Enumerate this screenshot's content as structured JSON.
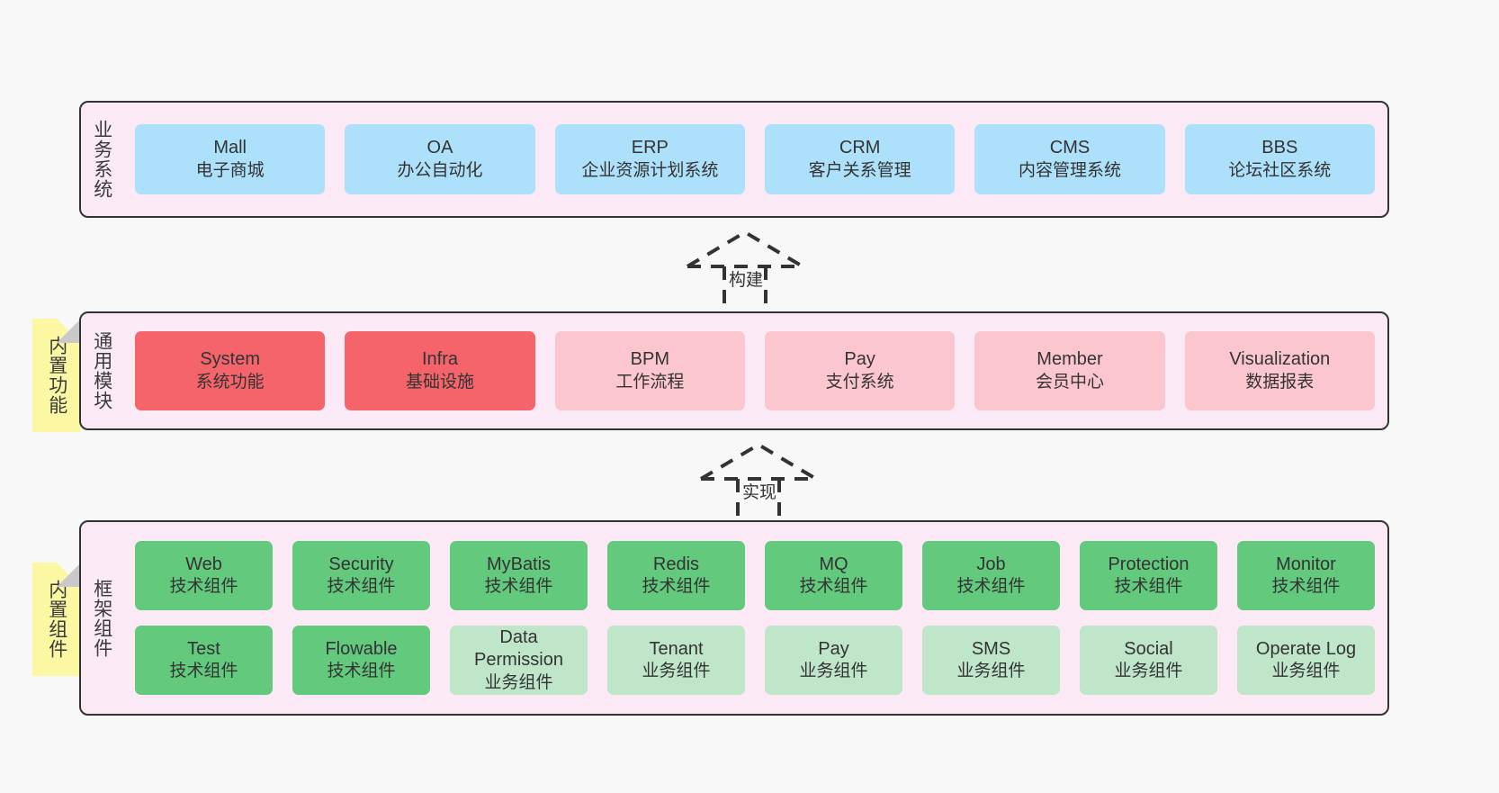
{
  "diagram": {
    "background": "#f8f8f8",
    "colors": {
      "layer_fill": "#fbeaf5",
      "layer_border": "#333333",
      "business_box": "#ace0fb",
      "module_core": "#f4646a",
      "module_plain": "#fbc6cd",
      "tech_component": "#62c97d",
      "business_component": "#bfe6c8",
      "note_fill": "#fbf7a3",
      "note_fold": "#c9c9c9"
    }
  },
  "layers": {
    "business": {
      "title": "业务系统",
      "boxes": [
        {
          "title": "Mall",
          "sub": "电子商城"
        },
        {
          "title": "OA",
          "sub": "办公自动化"
        },
        {
          "title": "ERP",
          "sub": "企业资源计划系统"
        },
        {
          "title": "CRM",
          "sub": "客户关系管理"
        },
        {
          "title": "CMS",
          "sub": "内容管理系统"
        },
        {
          "title": "BBS",
          "sub": "论坛社区系统"
        }
      ]
    },
    "module": {
      "title": "通用模块",
      "note": "内置功能",
      "boxes": [
        {
          "title": "System",
          "sub": "系统功能",
          "variant": "core"
        },
        {
          "title": "Infra",
          "sub": "基础设施",
          "variant": "core"
        },
        {
          "title": "BPM",
          "sub": "工作流程",
          "variant": "plain"
        },
        {
          "title": "Pay",
          "sub": "支付系统",
          "variant": "plain"
        },
        {
          "title": "Member",
          "sub": "会员中心",
          "variant": "plain"
        },
        {
          "title": "Visualization",
          "sub": "数据报表",
          "variant": "plain"
        }
      ]
    },
    "framework": {
      "title": "框架组件",
      "note": "内置组件",
      "row1": [
        {
          "title": "Web",
          "sub": "技术组件",
          "variant": "tech"
        },
        {
          "title": "Security",
          "sub": "技术组件",
          "variant": "tech"
        },
        {
          "title": "MyBatis",
          "sub": "技术组件",
          "variant": "tech"
        },
        {
          "title": "Redis",
          "sub": "技术组件",
          "variant": "tech"
        },
        {
          "title": "MQ",
          "sub": "技术组件",
          "variant": "tech"
        },
        {
          "title": "Job",
          "sub": "技术组件",
          "variant": "tech"
        },
        {
          "title": "Protection",
          "sub": "技术组件",
          "variant": "tech"
        },
        {
          "title": "Monitor",
          "sub": "技术组件",
          "variant": "tech"
        }
      ],
      "row2": [
        {
          "title": "Test",
          "sub": "技术组件",
          "variant": "tech"
        },
        {
          "title": "Flowable",
          "sub": "技术组件",
          "variant": "tech"
        },
        {
          "title": "Data Permission",
          "sub": "业务组件",
          "variant": "business"
        },
        {
          "title": "Tenant",
          "sub": "业务组件",
          "variant": "business"
        },
        {
          "title": "Pay",
          "sub": "业务组件",
          "variant": "business"
        },
        {
          "title": "SMS",
          "sub": "业务组件",
          "variant": "business"
        },
        {
          "title": "Social",
          "sub": "业务组件",
          "variant": "business"
        },
        {
          "title": "Operate Log",
          "sub": "业务组件",
          "variant": "business"
        }
      ]
    }
  },
  "connectors": [
    {
      "name": "build",
      "label": "构建"
    },
    {
      "name": "implement",
      "label": "实现"
    }
  ]
}
